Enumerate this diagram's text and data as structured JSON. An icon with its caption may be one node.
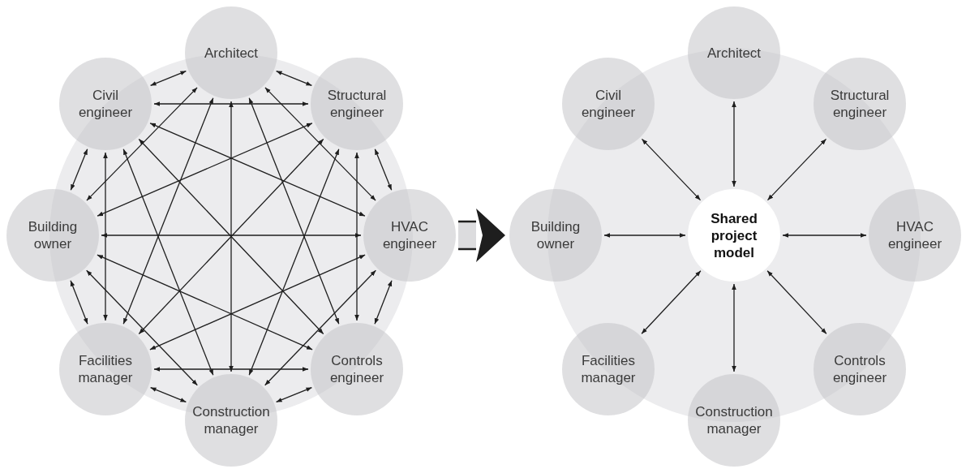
{
  "diagram": {
    "nodes": [
      {
        "text": [
          "Architect"
        ]
      },
      {
        "text": [
          "Civil engineer"
        ]
      },
      {
        "text": [
          "Structural engineer"
        ]
      },
      {
        "text": [
          "Building owner"
        ]
      },
      {
        "text": [
          "HVAC engineer"
        ]
      },
      {
        "text": [
          "Facilities manager"
        ]
      },
      {
        "text": [
          "Controls engineer"
        ]
      },
      {
        "text": [
          "Construction manager"
        ]
      },
      {
        "text": [
          "Architect"
        ]
      },
      {
        "text": [
          "Civil engineer"
        ]
      },
      {
        "text": [
          "Structural engineer"
        ]
      },
      {
        "text": [
          "Building owner"
        ]
      },
      {
        "text": [
          "Shared project model"
        ]
      },
      {
        "text": [
          "HVAC engineer"
        ]
      },
      {
        "text": [
          "Facilities manager"
        ]
      },
      {
        "text": [
          "Controls engineer"
        ]
      },
      {
        "text": [
          "Construction manager"
        ]
      }
    ],
    "edges": [
      {
        "from": 0,
        "to": 1,
        "arrow": "both"
      },
      {
        "from": 0,
        "to": 2,
        "arrow": "both"
      },
      {
        "from": 0,
        "to": 3,
        "arrow": "both"
      },
      {
        "from": 0,
        "to": 4,
        "arrow": "both"
      },
      {
        "from": 0,
        "to": 5,
        "arrow": "both"
      },
      {
        "from": 0,
        "to": 6,
        "arrow": "both"
      },
      {
        "from": 0,
        "to": 7,
        "arrow": "both"
      },
      {
        "from": 1,
        "to": 2,
        "arrow": "both"
      },
      {
        "from": 1,
        "to": 3,
        "arrow": "both"
      },
      {
        "from": 1,
        "to": 4,
        "arrow": "both"
      },
      {
        "from": 1,
        "to": 5,
        "arrow": "both"
      },
      {
        "from": 1,
        "to": 6,
        "arrow": "both"
      },
      {
        "from": 1,
        "to": 7,
        "arrow": "both"
      },
      {
        "from": 2,
        "to": 3,
        "arrow": "both"
      },
      {
        "from": 2,
        "to": 4,
        "arrow": "both"
      },
      {
        "from": 2,
        "to": 5,
        "arrow": "both"
      },
      {
        "from": 2,
        "to": 6,
        "arrow": "both"
      },
      {
        "from": 2,
        "to": 7,
        "arrow": "both"
      },
      {
        "from": 3,
        "to": 4,
        "arrow": "both"
      },
      {
        "from": 3,
        "to": 5,
        "arrow": "both"
      },
      {
        "from": 3,
        "to": 6,
        "arrow": "both"
      },
      {
        "from": 3,
        "to": 7,
        "arrow": "both"
      },
      {
        "from": 4,
        "to": 5,
        "arrow": "both"
      },
      {
        "from": 4,
        "to": 6,
        "arrow": "both"
      },
      {
        "from": 4,
        "to": 7,
        "arrow": "both"
      },
      {
        "from": 5,
        "to": 6,
        "arrow": "both"
      },
      {
        "from": 5,
        "to": 7,
        "arrow": "both"
      },
      {
        "from": 6,
        "to": 7,
        "arrow": "both"
      },
      {
        "from": 4,
        "to": 11,
        "arrow": "to",
        "style": "thick",
        "color": "#dcdcde"
      },
      {
        "from": 12,
        "to": 8,
        "arrow": "both"
      },
      {
        "from": 12,
        "to": 9,
        "arrow": "both"
      },
      {
        "from": 12,
        "to": 10,
        "arrow": "both"
      },
      {
        "from": 12,
        "to": 11,
        "arrow": "both"
      },
      {
        "from": 12,
        "to": 13,
        "arrow": "both"
      },
      {
        "from": 12,
        "to": 14,
        "arrow": "both"
      },
      {
        "from": 12,
        "to": 15,
        "arrow": "both"
      },
      {
        "from": 12,
        "to": 16,
        "arrow": "both"
      }
    ]
  }
}
